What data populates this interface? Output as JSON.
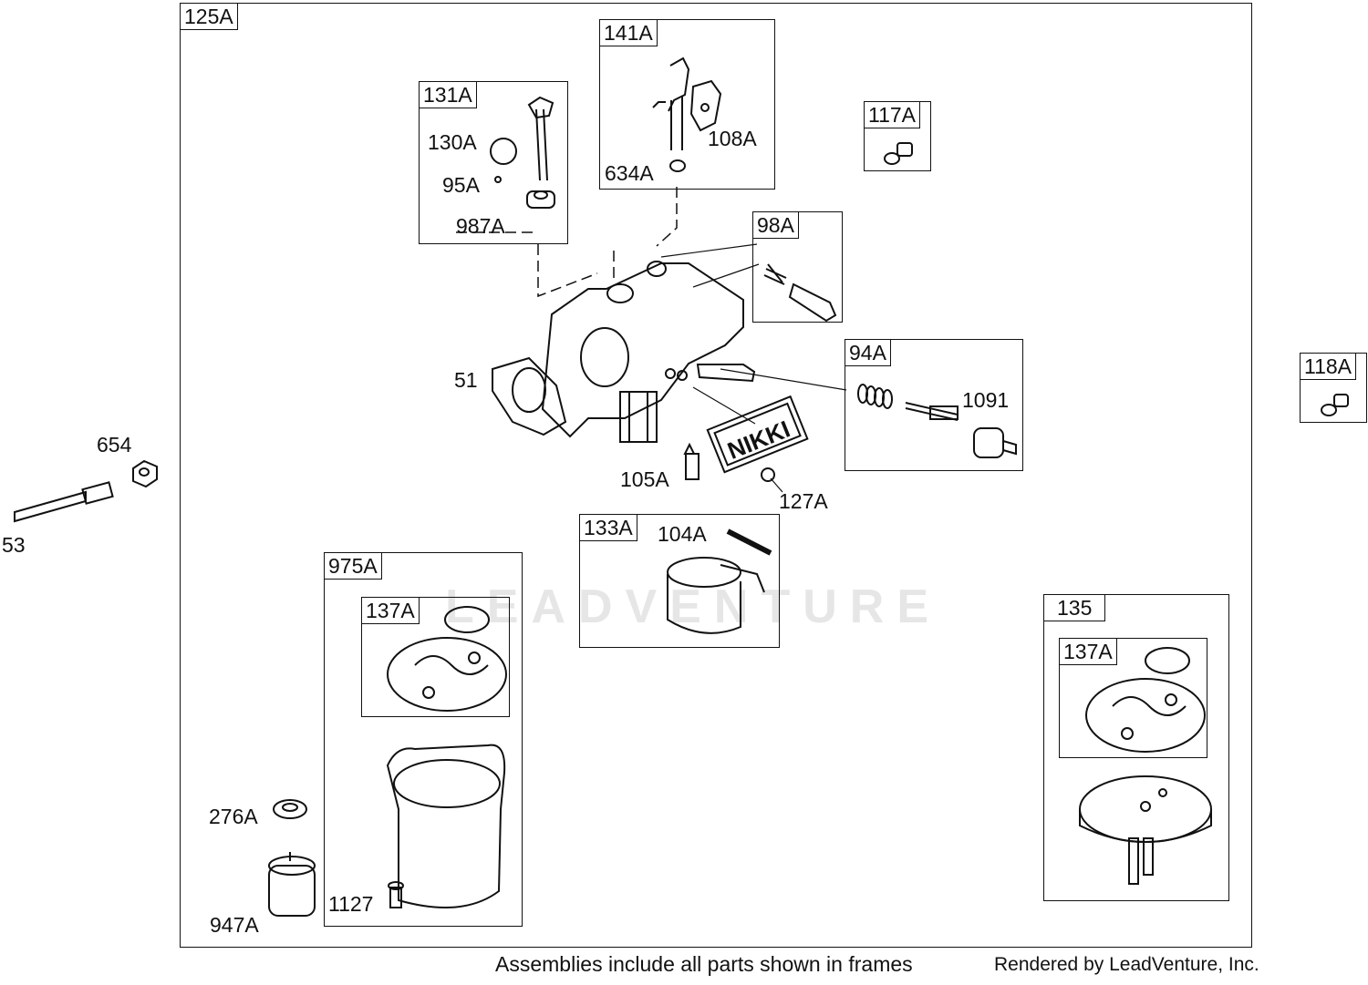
{
  "watermark": "LEADVENTURE",
  "frames": {
    "f125A": "125A",
    "f141A": "141A",
    "f131A": "131A",
    "f117A": "117A",
    "f98A": "98A",
    "f94A": "94A",
    "f118A": "118A",
    "f133A": "133A",
    "f975A": "975A",
    "f137A_left": "137A",
    "f135": "135",
    "f137A_right": "137A"
  },
  "labels": {
    "p108A": "108A",
    "p634A": "634A",
    "p130A": "130A",
    "p95A": "95A",
    "p987A": "987A",
    "p51": "51",
    "p1091": "1091",
    "p105A": "105A",
    "p127A": "127A",
    "p104A": "104A",
    "p654": "654",
    "p53": "53",
    "p276A": "276A",
    "p947A": "947A",
    "p1127": "1127"
  },
  "nameplate": "NIKKI",
  "footer": {
    "note": "Assemblies include all parts shown in frames",
    "credit": "Rendered by LeadVenture, Inc."
  }
}
